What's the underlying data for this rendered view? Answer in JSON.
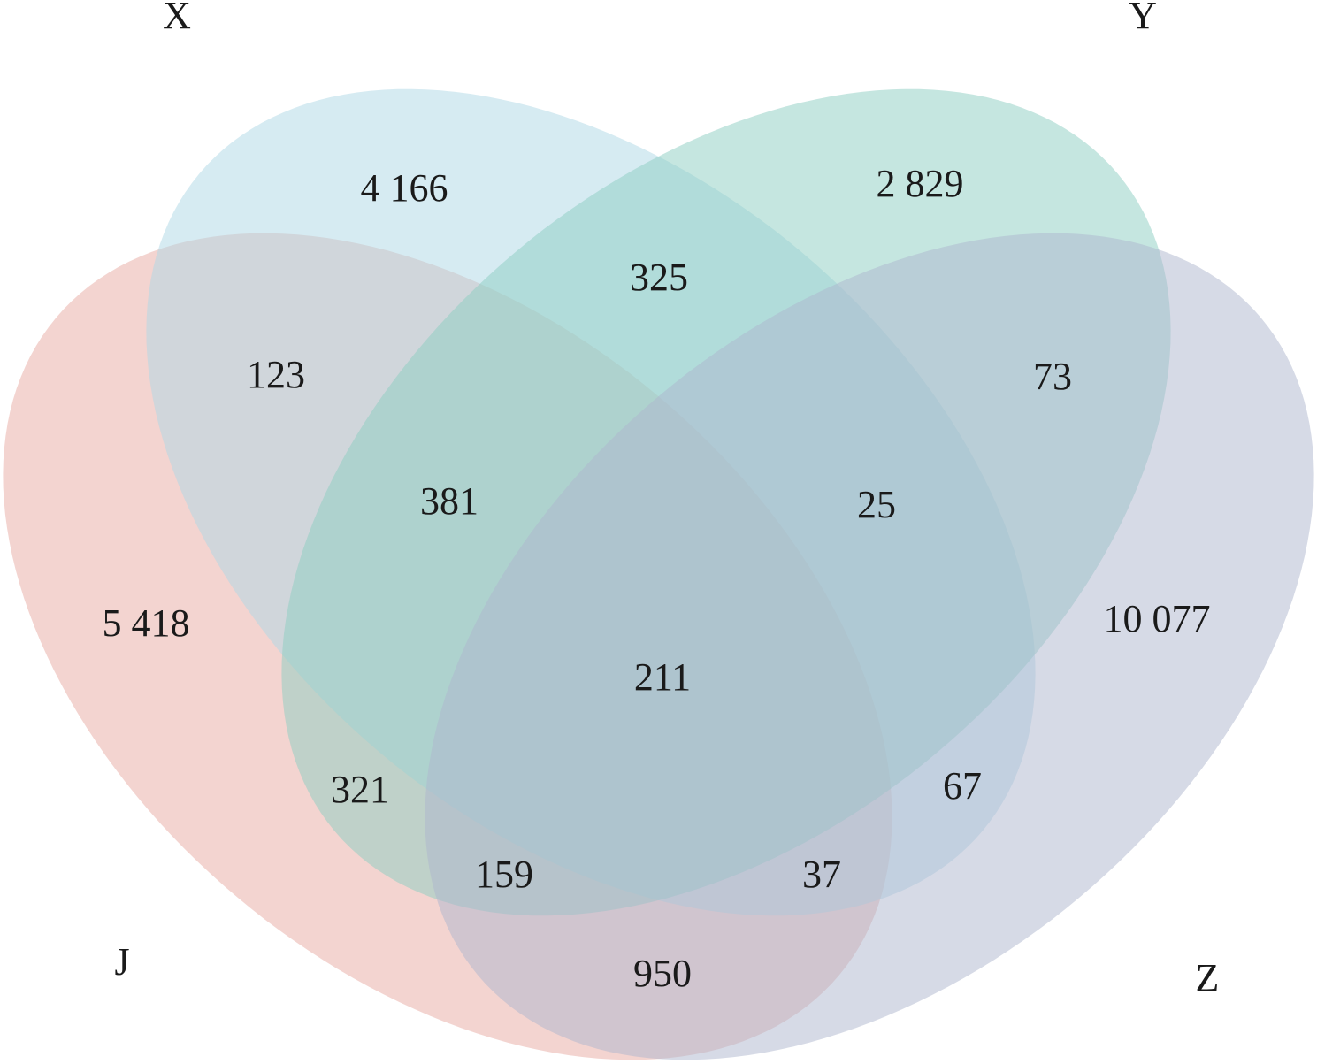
{
  "chart_data": {
    "type": "venn",
    "sets": [
      {
        "name": "J",
        "color": "#e8aaa2"
      },
      {
        "name": "X",
        "color": "#add8e6"
      },
      {
        "name": "Y",
        "color": "#8ccdc1"
      },
      {
        "name": "Z",
        "color": "#adb5cd"
      }
    ],
    "regions": {
      "X_only": "4 166",
      "Y_only": "2 829",
      "J_only": "5 418",
      "Z_only": "10 077",
      "X_Y": "325",
      "J_X": "123",
      "Y_Z": "73",
      "J_X_Y": "381",
      "X_Y_Z": "25",
      "J_X_Y_Z": "211",
      "J_Y": "321",
      "X_Z": "67",
      "J_Y_Z": "159",
      "J_X_Z": "37",
      "J_Z": "950"
    }
  }
}
